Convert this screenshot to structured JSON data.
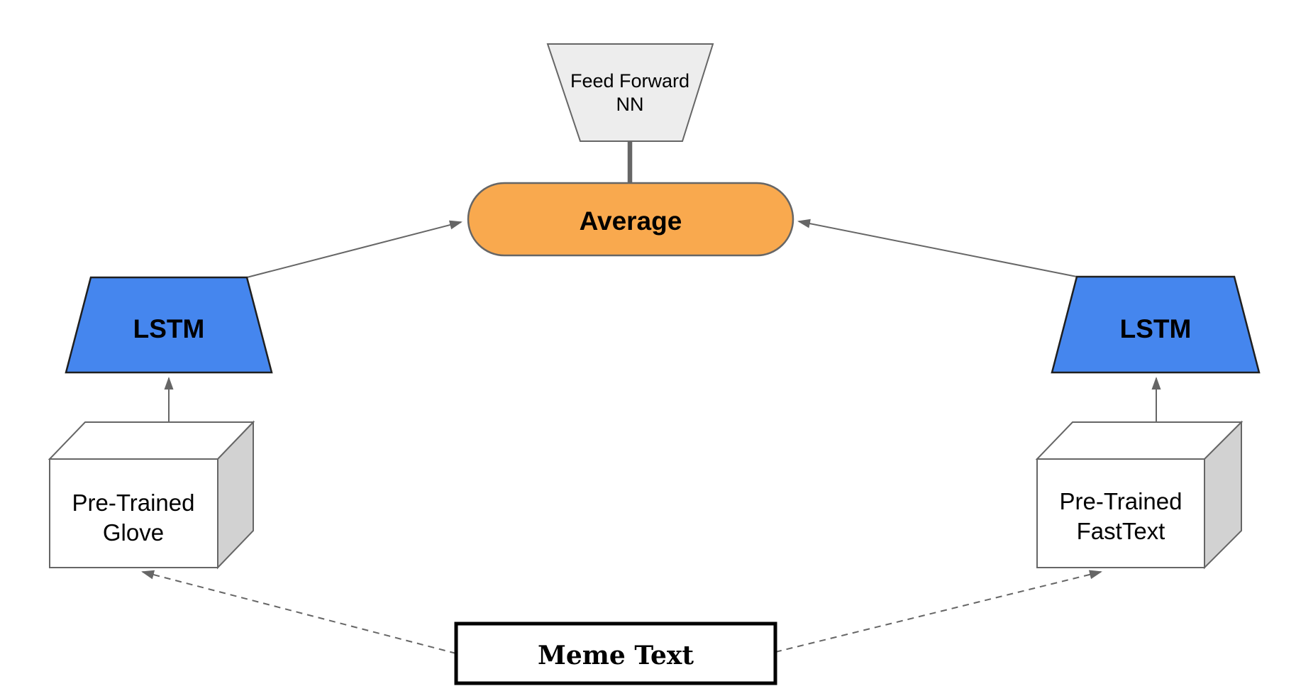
{
  "diagram": {
    "edge_color": "#666666",
    "nodes": {
      "feed_forward_nn": {
        "label_lines": [
          "Feed Forward",
          "NN"
        ],
        "shape": "inverted-trapezoid",
        "fill": "#EDEDED",
        "border": "#666666"
      },
      "average": {
        "label": "Average",
        "shape": "pill",
        "fill": "#F9A94E",
        "border": "#666666"
      },
      "lstm_left": {
        "label": "LSTM",
        "shape": "trapezoid",
        "fill": "#4586EE",
        "border": "#1F1F1F"
      },
      "lstm_right": {
        "label": "LSTM",
        "shape": "trapezoid",
        "fill": "#4586EE",
        "border": "#1F1F1F"
      },
      "pretrained_glove": {
        "label_lines": [
          "Pre-Trained",
          "Glove"
        ],
        "shape": "3d-box",
        "front_fill": "#FFFFFF",
        "top_fill": "#FFFFFF",
        "side_fill": "#D2D2D2",
        "border": "#666666"
      },
      "pretrained_fasttext": {
        "label_lines": [
          "Pre-Trained",
          "FastText"
        ],
        "shape": "3d-box",
        "front_fill": "#FFFFFF",
        "top_fill": "#FFFFFF",
        "side_fill": "#D2D2D2",
        "border": "#666666"
      },
      "meme_text": {
        "label": "Meme Text",
        "shape": "rect",
        "fill": "#FFFFFF",
        "border": "#000000"
      }
    },
    "edges": [
      {
        "from": "meme_text",
        "to": "pretrained_glove",
        "style": "dashed-arrow"
      },
      {
        "from": "meme_text",
        "to": "pretrained_fasttext",
        "style": "dashed-arrow"
      },
      {
        "from": "pretrained_glove",
        "to": "lstm_left",
        "style": "solid-arrow"
      },
      {
        "from": "pretrained_fasttext",
        "to": "lstm_right",
        "style": "solid-arrow"
      },
      {
        "from": "lstm_left",
        "to": "average",
        "style": "solid-arrow"
      },
      {
        "from": "lstm_right",
        "to": "average",
        "style": "solid-arrow"
      },
      {
        "from": "average",
        "to": "feed_forward_nn",
        "style": "thick-line"
      }
    ]
  }
}
